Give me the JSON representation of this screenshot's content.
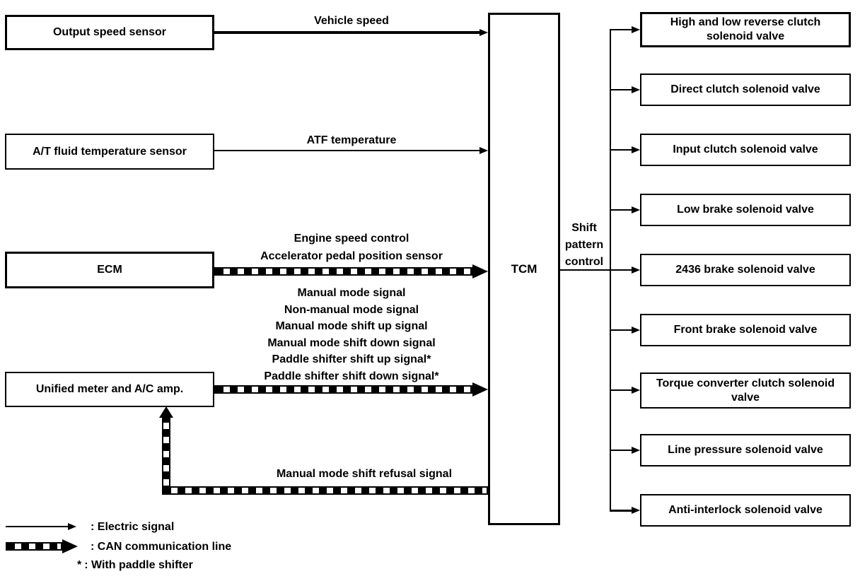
{
  "boxes": {
    "inputs": [
      {
        "label": "Output speed sensor"
      },
      {
        "label": "A/T fluid temperature sensor"
      },
      {
        "label": "ECM"
      },
      {
        "label": "Unified meter and A/C amp."
      }
    ],
    "controller": {
      "label": "TCM"
    },
    "outputs": [
      {
        "label": "High and low reverse clutch solenoid valve"
      },
      {
        "label": "Direct clutch solenoid valve"
      },
      {
        "label": "Input clutch solenoid valve"
      },
      {
        "label": "Low brake solenoid valve"
      },
      {
        "label": "2436 brake solenoid valve"
      },
      {
        "label": "Front brake solenoid valve"
      },
      {
        "label": "Torque converter clutch solenoid valve"
      },
      {
        "label": "Line pressure solenoid valve"
      },
      {
        "label": "Anti-interlock solenoid valve"
      }
    ]
  },
  "signals": {
    "vehicle_speed": "Vehicle speed",
    "atf_temperature": "ATF temperature",
    "ecm_can_lines": [
      "Engine speed control",
      "Accelerator pedal position sensor"
    ],
    "unified_can_lines": [
      "Manual mode signal",
      "Non-manual mode signal",
      "Manual mode shift up signal",
      "Manual mode shift down signal",
      "Paddle shifter shift up signal*",
      "Paddle shifter shift down signal*"
    ],
    "refusal": "Manual mode shift refusal signal",
    "shift_pattern_lines": [
      "Shift",
      "pattern",
      "control"
    ]
  },
  "legend": {
    "electric": ": Electric signal",
    "can": ": CAN communication line",
    "asterisk_symbol": "*",
    "asterisk": ": With paddle shifter"
  },
  "colors": {
    "ink": "#000000",
    "paper": "#ffffff"
  }
}
